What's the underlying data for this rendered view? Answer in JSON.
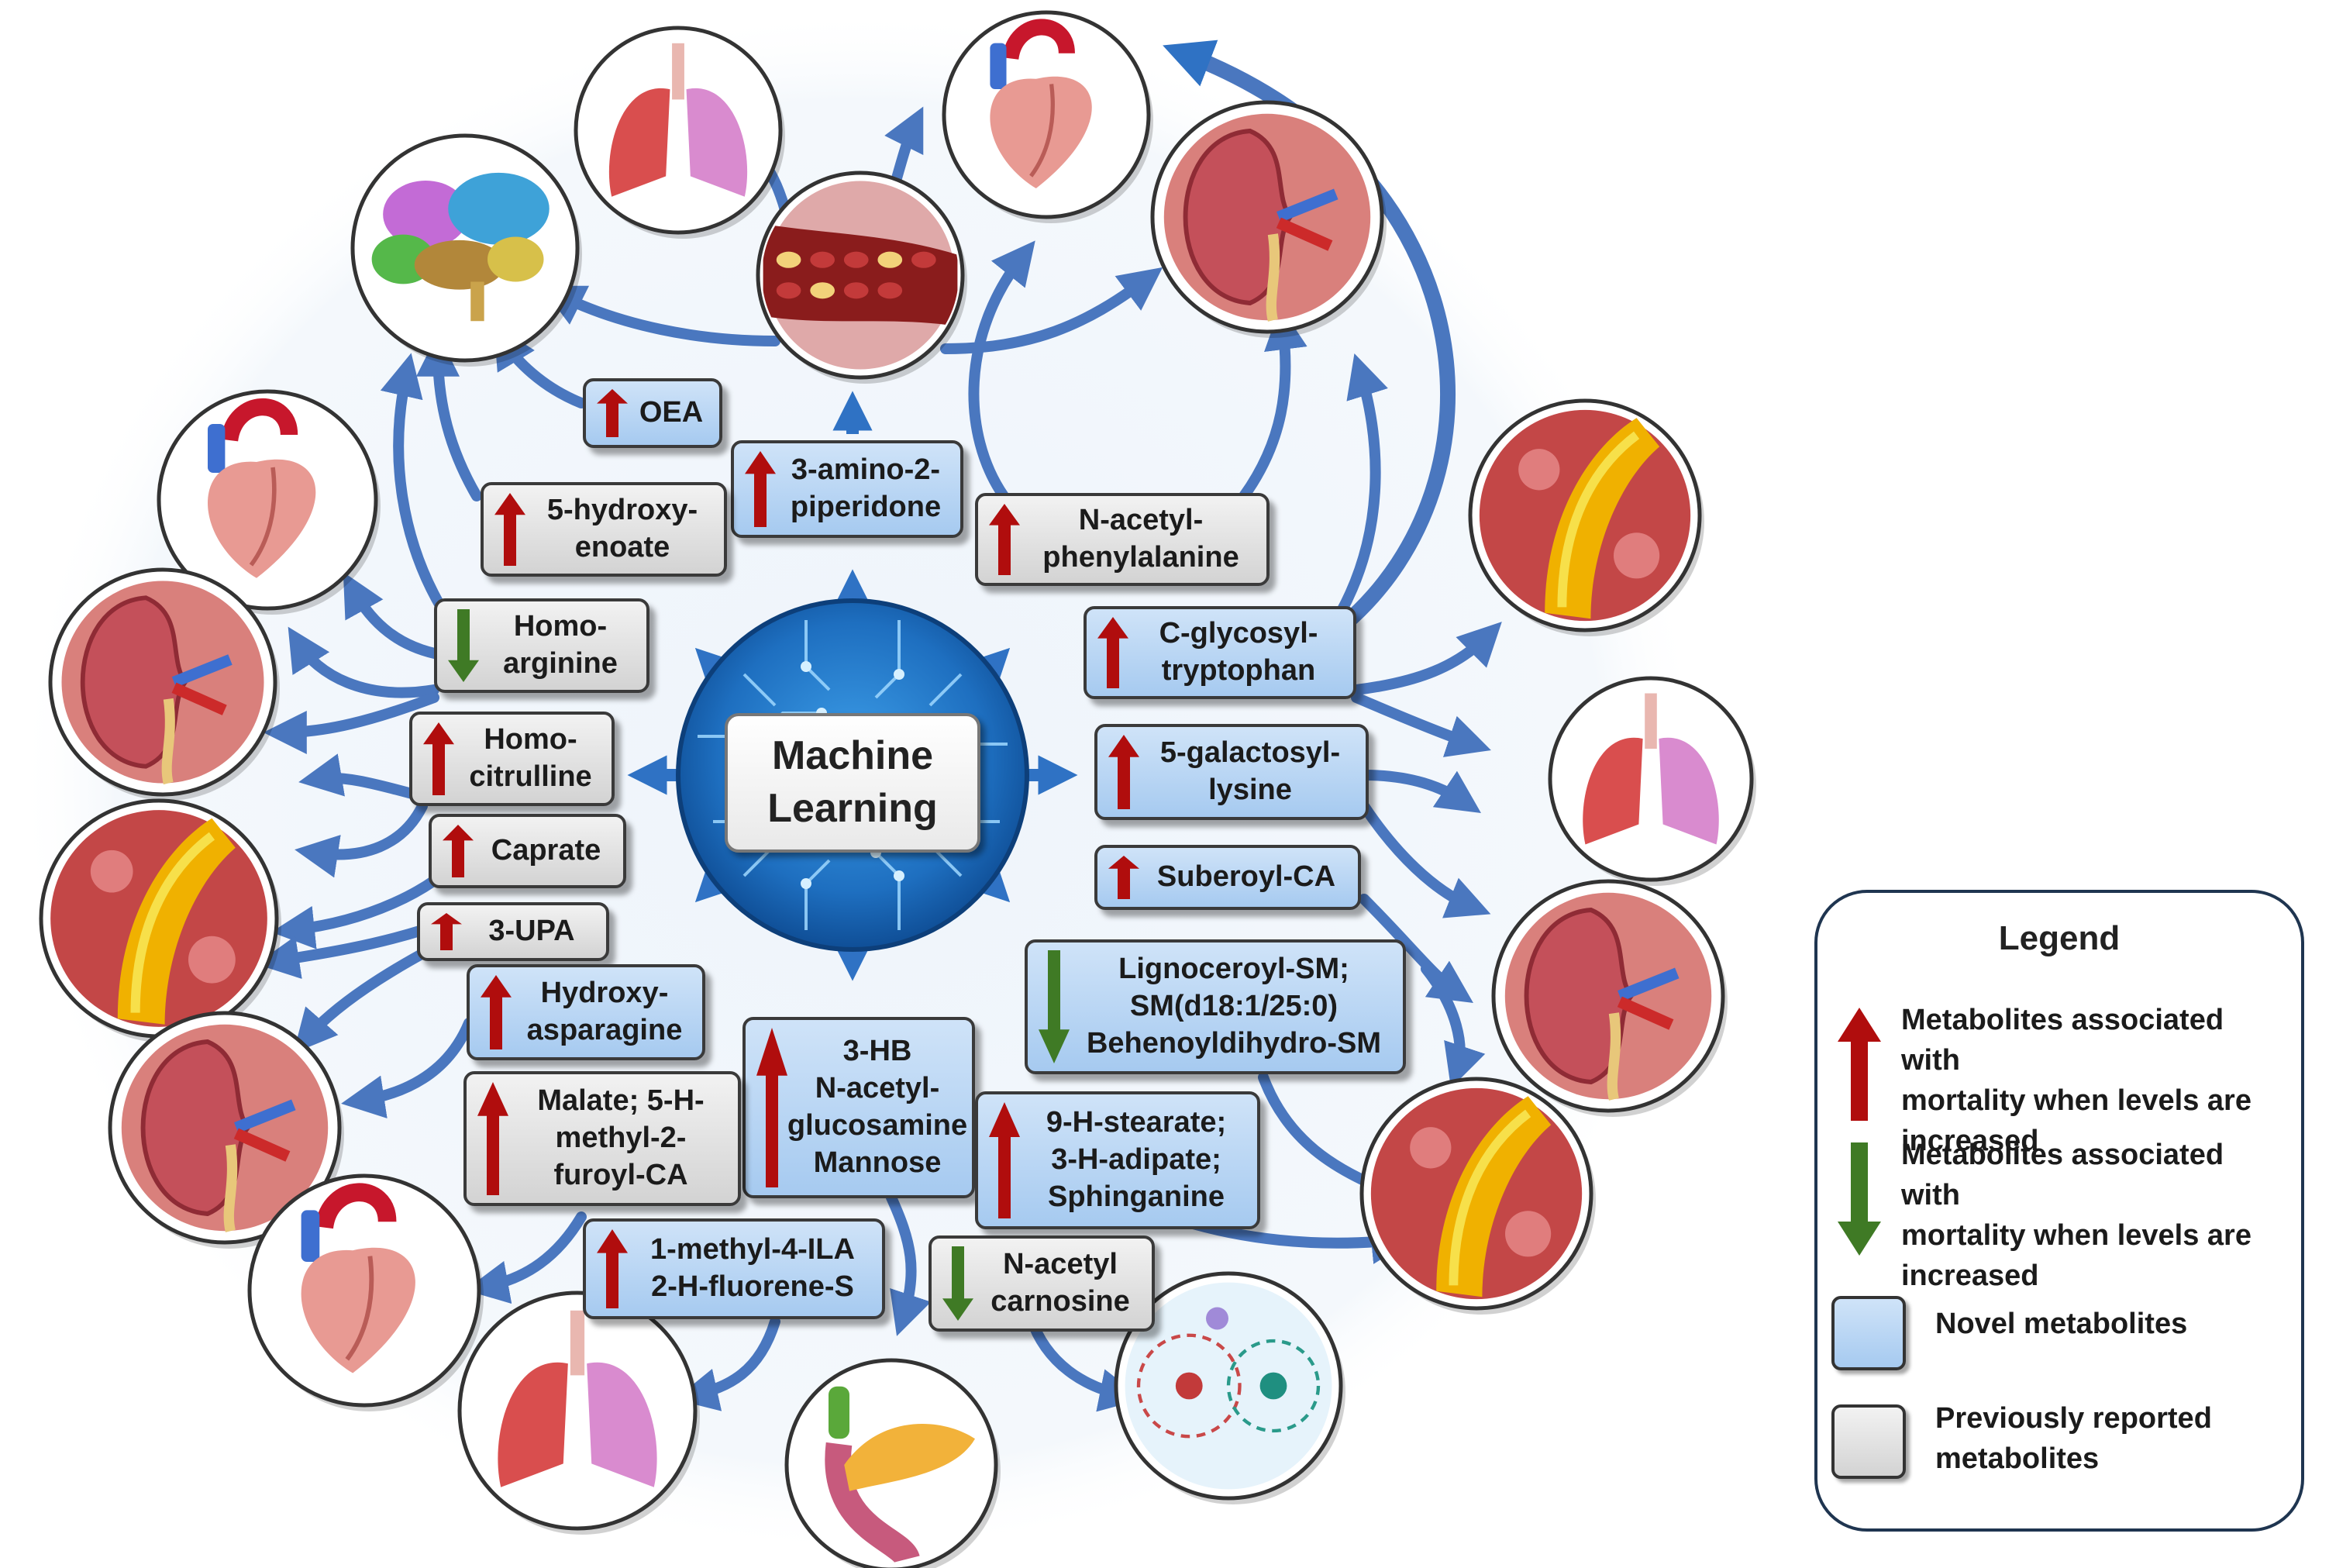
{
  "center_label": "Machine\nLearning",
  "colors": {
    "novel_fill": "#a6caf0",
    "previous_fill": "#d3d3d3",
    "arrow_blue": "#4a77bf",
    "up_arrow": "#b00d0d",
    "down_arrow": "#3f7a25"
  },
  "metabolites": [
    {
      "id": "oea",
      "text": "OEA",
      "direction": "up",
      "type": "novel"
    },
    {
      "id": "amino-piperidone",
      "text": "3-amino-2-\npiperidone",
      "direction": "up",
      "type": "novel"
    },
    {
      "id": "hydroxy-enoate",
      "text": "5-hydroxy-\nenoate",
      "direction": "up",
      "type": "previously_reported"
    },
    {
      "id": "acetyl-phenylalanine",
      "text": "N-acetyl-\nphenylalanine",
      "direction": "up",
      "type": "previously_reported"
    },
    {
      "id": "homoarginine",
      "text": "Homo-\narginine",
      "direction": "down",
      "type": "previously_reported"
    },
    {
      "id": "glycosyl-tryptophan",
      "text": "C-glycosyl-\ntryptophan",
      "direction": "up",
      "type": "novel"
    },
    {
      "id": "homocitrulline",
      "text": "Homo-\ncitrulline",
      "direction": "up",
      "type": "previously_reported"
    },
    {
      "id": "galactosyl-lysine",
      "text": "5-galactosyl-\nlysine",
      "direction": "up",
      "type": "novel"
    },
    {
      "id": "caprate",
      "text": "Caprate",
      "direction": "up",
      "type": "previously_reported"
    },
    {
      "id": "suberoyl-ca",
      "text": "Suberoyl-CA",
      "direction": "up",
      "type": "novel"
    },
    {
      "id": "upa",
      "text": "3-UPA",
      "direction": "up",
      "type": "previously_reported"
    },
    {
      "id": "lignoceroyl-sm",
      "text": "Lignoceroyl-SM;\nSM(d18:1/25:0)\nBehenoyldihydro-SM",
      "direction": "down",
      "type": "novel"
    },
    {
      "id": "hydroxy-asparagine",
      "text": "Hydroxy-\nasparagine",
      "direction": "up",
      "type": "novel"
    },
    {
      "id": "hb-glucosamine-mannose",
      "text": "3-HB\nN-acetyl-\nglucosamine\nMannose",
      "direction": "up",
      "type": "novel"
    },
    {
      "id": "malate-furoyl",
      "text": "Malate; 5-H-\nmethyl-2-\nfuroyl-CA",
      "direction": "up",
      "type": "previously_reported"
    },
    {
      "id": "stearate-adipate-sphinganine",
      "text": "9-H-stearate;\n3-H-adipate;\nSphinganine",
      "direction": "up",
      "type": "novel"
    },
    {
      "id": "ila-fluorene",
      "text": "1-methyl-4-ILA\n2-H-fluorene-S",
      "direction": "up",
      "type": "novel"
    },
    {
      "id": "acetyl-carnosine",
      "text": "N-acetyl\ncarnosine",
      "direction": "down",
      "type": "previously_reported"
    }
  ],
  "organs": [
    {
      "id": "brain",
      "icon": "brain-icon"
    },
    {
      "id": "lung-top",
      "icon": "lung-icon"
    },
    {
      "id": "vessel-top",
      "icon": "blood-vessel-icon"
    },
    {
      "id": "heart-top",
      "icon": "heart-icon"
    },
    {
      "id": "kidney-top",
      "icon": "kidney-icon"
    },
    {
      "id": "heart-left",
      "icon": "heart-icon"
    },
    {
      "id": "artery-right-top",
      "icon": "artery-plaque-icon"
    },
    {
      "id": "kidney-left",
      "icon": "kidney-icon"
    },
    {
      "id": "lung-right",
      "icon": "lung-icon"
    },
    {
      "id": "artery-left",
      "icon": "artery-plaque-icon"
    },
    {
      "id": "kidney-right",
      "icon": "kidney-icon"
    },
    {
      "id": "kidney-left-low",
      "icon": "kidney-icon"
    },
    {
      "id": "artery-right-low",
      "icon": "artery-plaque-icon"
    },
    {
      "id": "heart-bottom",
      "icon": "heart-icon"
    },
    {
      "id": "lung-bottom",
      "icon": "lung-icon"
    },
    {
      "id": "pancreas",
      "icon": "pancreas-icon"
    },
    {
      "id": "molecule",
      "icon": "molecule-icon"
    }
  ],
  "legend": {
    "title": "Legend",
    "items": [
      {
        "kind": "up-arrow",
        "text": "Metabolites associated with\nmortality when levels are\nincreased"
      },
      {
        "kind": "down-arrow",
        "text": "Metabolites associated with\nmortality when levels are\nincreased"
      },
      {
        "kind": "novel-swatch",
        "text": "Novel metabolites"
      },
      {
        "kind": "previous-swatch",
        "text": "Previously reported\nmetabolites"
      }
    ]
  }
}
